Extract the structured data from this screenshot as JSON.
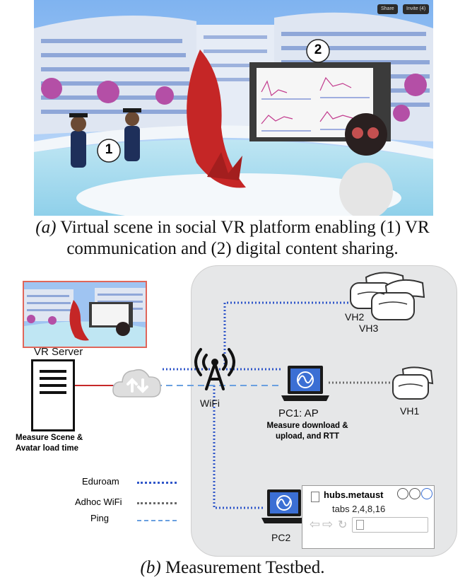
{
  "scene": {
    "badge_1": "1",
    "badge_2": "2",
    "top_buttons": [
      "Share",
      "Invite (4)"
    ]
  },
  "caption_a": {
    "tag": "(a)",
    "line1": " Virtual scene in social VR platform enabling (1) VR",
    "line2": "communication and (2) digital content sharing."
  },
  "testbed": {
    "vr_server_label": "VR Server",
    "server_note_line1": "Measure Scene &",
    "server_note_line2": "Avatar load time",
    "wifi_label": "WiFi",
    "pc1_label": "PC1: AP",
    "pc1_note_line1": "Measure download &",
    "pc1_note_line2": "upload, and RTT",
    "vh1_label": "VH1",
    "vh2_label": "VH2",
    "vh3_label": "VH3",
    "pc2_label": "PC2",
    "browser_url": "hubs.metaust",
    "browser_tabs": "tabs 2,4,8,16"
  },
  "legend": [
    {
      "label": "Eduroam",
      "color": "#2f56c9",
      "style": "dotted"
    },
    {
      "label": "Adhoc WiFi",
      "color": "#6a6a6a",
      "style": "dotted"
    },
    {
      "label": "Ping",
      "color": "#6aa0e0",
      "style": "dashed"
    }
  ],
  "caption_b": {
    "tag": "(b)",
    "text": " Measurement Testbed."
  }
}
